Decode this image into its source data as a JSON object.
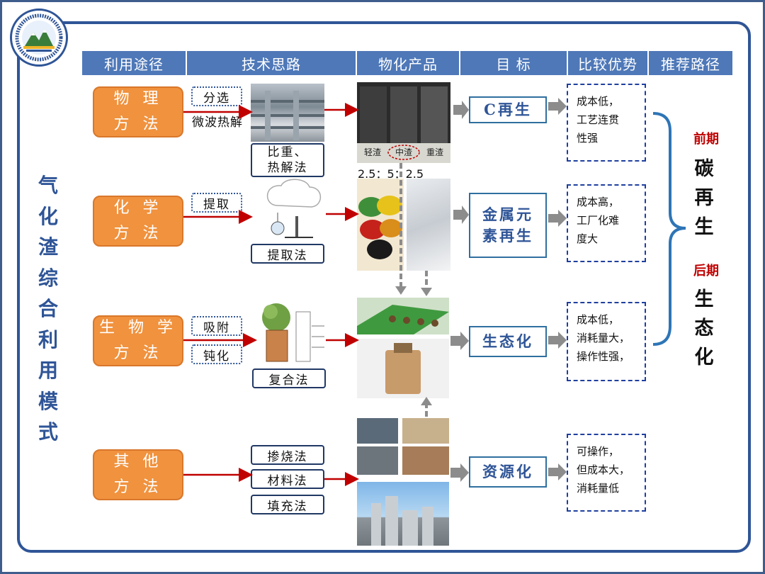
{
  "headers": [
    "利用途径",
    "技术思路",
    "物化产品",
    "目 标",
    "比较优势",
    "推荐路径"
  ],
  "side_title": [
    "气",
    "化",
    "渣",
    "综",
    "合",
    "利",
    "用",
    "模",
    "式"
  ],
  "methods": [
    {
      "line1": "物 理",
      "line2": "方 法"
    },
    {
      "line1": "化 学",
      "line2": "方 法"
    },
    {
      "line1": "生 物 学",
      "line2": "方 法"
    },
    {
      "line1": "其 他",
      "line2": "方 法"
    }
  ],
  "tags": {
    "sorting": "分选",
    "microwave": "微波热解",
    "gravity": "比重、\n热解法",
    "extract_tag": "提取",
    "extract_method": "提取法",
    "adsorb": "吸附",
    "passivate": "钝化",
    "composite": "复合法",
    "blend": "掺烧法",
    "material": "材料法",
    "fill": "填充法"
  },
  "ratio_text": "2.5：5：2.5",
  "photo_labels": [
    "轻渣",
    "中渣",
    "重渣"
  ],
  "goals": [
    "C再生",
    "金属元\n素再生",
    "生态化",
    "资源化"
  ],
  "advantages": [
    "成本低，\n工艺连贯\n性强",
    "成本高，\n工厂化难\n度大",
    "成本低，\n消耗量大，\n操作性强，",
    "可操作，\n但成本大，\n消耗量低"
  ],
  "route": {
    "early_label": "前期",
    "early_text": [
      "碳",
      "再",
      "生"
    ],
    "late_label": "后期",
    "late_text": [
      "生",
      "态",
      "化"
    ]
  },
  "colors": {
    "header": "#4e78b8",
    "method": "#f0923e",
    "arrow_red": "#c00000",
    "arrow_gray": "#8c8c8c",
    "bracket": "#2e75b6",
    "route_label": "#c00000"
  }
}
